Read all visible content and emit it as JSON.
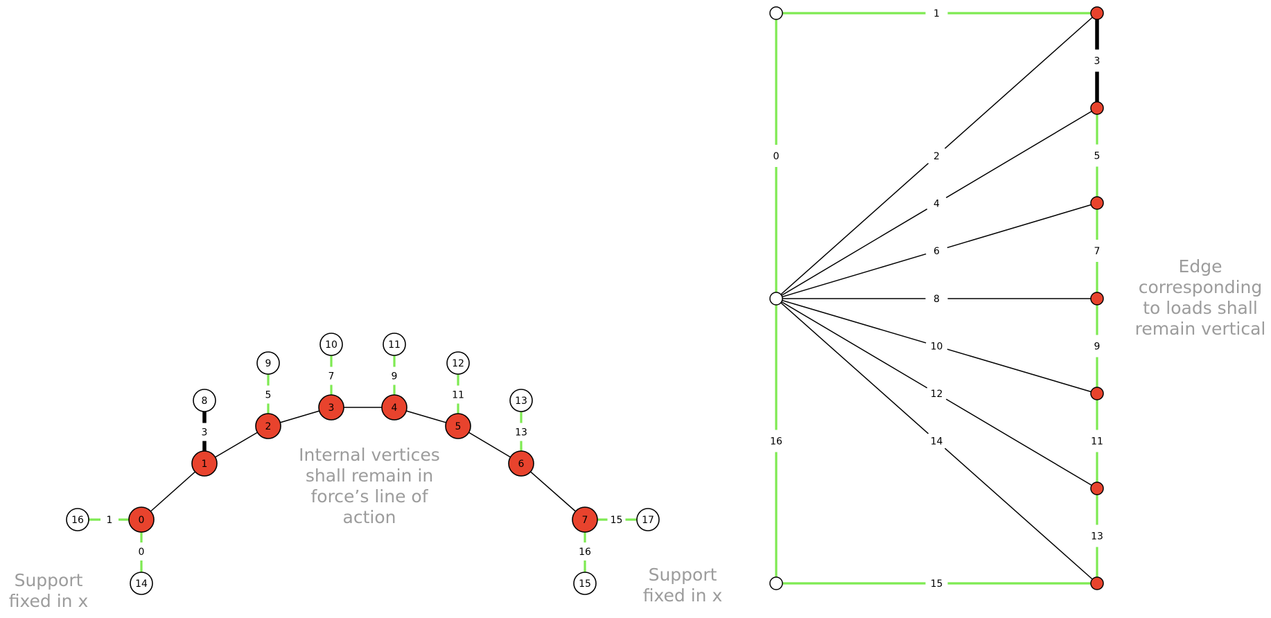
{
  "colors": {
    "node_fill_active": "#e8432d",
    "node_fill_free": "#ffffff",
    "edge_support": "#7eea52",
    "edge_force": "#000000",
    "annotation_text": "#9c9c9c"
  },
  "form_diagram": {
    "nodes": [
      {
        "id": "0",
        "kind": "active"
      },
      {
        "id": "1",
        "kind": "active"
      },
      {
        "id": "2",
        "kind": "active"
      },
      {
        "id": "3",
        "kind": "active"
      },
      {
        "id": "4",
        "kind": "active"
      },
      {
        "id": "5",
        "kind": "active"
      },
      {
        "id": "6",
        "kind": "active"
      },
      {
        "id": "7",
        "kind": "active"
      },
      {
        "id": "8",
        "kind": "free"
      },
      {
        "id": "9",
        "kind": "free"
      },
      {
        "id": "10",
        "kind": "free"
      },
      {
        "id": "11",
        "kind": "free"
      },
      {
        "id": "12",
        "kind": "free"
      },
      {
        "id": "13",
        "kind": "free"
      },
      {
        "id": "14",
        "kind": "free"
      },
      {
        "id": "15",
        "kind": "free"
      },
      {
        "id": "16",
        "kind": "free"
      },
      {
        "id": "17",
        "kind": "free"
      }
    ],
    "edges": [
      {
        "label": "",
        "kind": "plain"
      },
      {
        "label": "",
        "kind": "plain"
      },
      {
        "label": "",
        "kind": "plain"
      },
      {
        "label": "",
        "kind": "plain"
      },
      {
        "label": "",
        "kind": "plain"
      },
      {
        "label": "",
        "kind": "plain"
      },
      {
        "label": "",
        "kind": "plain"
      },
      {
        "label": "1",
        "kind": "support"
      },
      {
        "label": "0",
        "kind": "support"
      },
      {
        "label": "3",
        "kind": "load"
      },
      {
        "label": "5",
        "kind": "support"
      },
      {
        "label": "7",
        "kind": "support"
      },
      {
        "label": "9",
        "kind": "support"
      },
      {
        "label": "11",
        "kind": "support"
      },
      {
        "label": "13",
        "kind": "support"
      },
      {
        "label": "16",
        "kind": "support"
      },
      {
        "label": "15",
        "kind": "support"
      }
    ],
    "annotations": {
      "left_support": [
        "Support",
        "fixed in x"
      ],
      "right_support": [
        "Support",
        "fixed in x"
      ],
      "internal": [
        "Internal vertices",
        "shall remain in",
        "force’s line of",
        "action"
      ]
    }
  },
  "force_diagram": {
    "nodes": [
      {
        "kind": "free"
      },
      {
        "kind": "free"
      },
      {
        "kind": "free"
      },
      {
        "kind": "active"
      },
      {
        "kind": "active"
      },
      {
        "kind": "active"
      },
      {
        "kind": "active"
      },
      {
        "kind": "active"
      },
      {
        "kind": "active"
      },
      {
        "kind": "active"
      }
    ],
    "edges": [
      {
        "label": "1",
        "kind": "support"
      },
      {
        "label": "0",
        "kind": "support"
      },
      {
        "label": "16",
        "kind": "support"
      },
      {
        "label": "15",
        "kind": "support"
      },
      {
        "label": "3",
        "kind": "load"
      },
      {
        "label": "5",
        "kind": "support"
      },
      {
        "label": "7",
        "kind": "support"
      },
      {
        "label": "9",
        "kind": "support"
      },
      {
        "label": "11",
        "kind": "support"
      },
      {
        "label": "13",
        "kind": "support"
      },
      {
        "label": "2",
        "kind": "plain"
      },
      {
        "label": "4",
        "kind": "plain"
      },
      {
        "label": "6",
        "kind": "plain"
      },
      {
        "label": "8",
        "kind": "plain"
      },
      {
        "label": "10",
        "kind": "plain"
      },
      {
        "label": "12",
        "kind": "plain"
      },
      {
        "label": "14",
        "kind": "plain"
      }
    ],
    "annotation": [
      "Edge",
      "corresponding",
      "to loads shall",
      "remain vertical"
    ]
  }
}
